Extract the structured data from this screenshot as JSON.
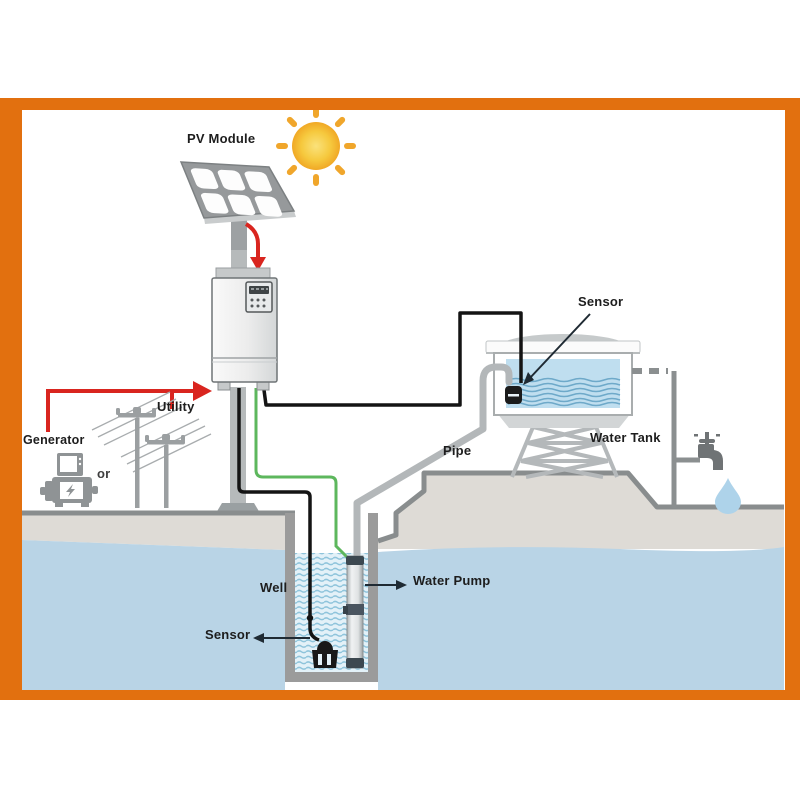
{
  "labels": {
    "pv_module": "PV Module",
    "generator": "Generator",
    "or_text": "or",
    "utility": "Utility",
    "tank_sensor": "Sensor",
    "water_tank": "Water Tank",
    "pipe": "Pipe",
    "well": "Well",
    "water_pump": "Water Pump",
    "well_sensor": "Sensor"
  },
  "colors": {
    "frame_orange": "#e2700f",
    "wire_red": "#d9251f",
    "wire_green": "#5db75d",
    "wire_black": "#141414",
    "groundwater_blue": "#b9d4e6",
    "well_water_blue": "#e3f1f8",
    "tank_water_blue": "#bfdeef",
    "soil_gray": "#dedbd6",
    "ground_outline_gray": "#898d8e",
    "panel_gray": "#96999b",
    "sun_core_yellow": "#f6c93e",
    "sun_edge_orange": "#efa01f",
    "water_drop_blue": "#aed3ea"
  },
  "icons": {
    "sun": "sun-icon",
    "solar_panel": "solar-panel-icon",
    "controller": "controller-icon",
    "generator": "generator-icon",
    "utility_poles": "utility-poles-icon",
    "water_tank": "water-tank-icon",
    "faucet": "faucet-icon",
    "water_drop": "water-drop-icon",
    "water_pump": "water-pump-icon",
    "tank_float_sensor": "float-sensor-icon",
    "well_sensor": "well-sensor-icon"
  }
}
